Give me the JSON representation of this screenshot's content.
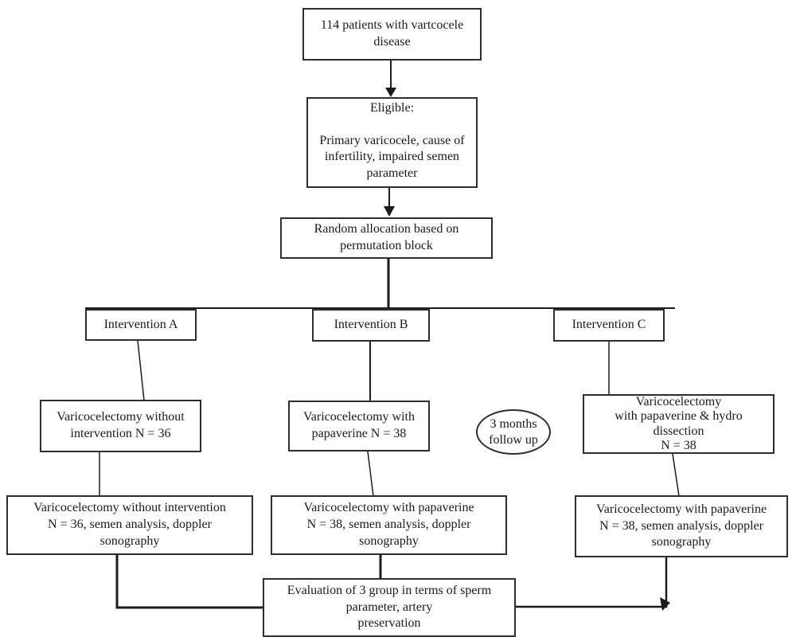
{
  "diagram": {
    "nodes": {
      "patients": "114 patients with vartcocele\ndisease",
      "eligible": "Eligible:\n\nPrimary varicocele, cause of\ninfertility, impaired semen\nparameter",
      "random_allocation": "Random allocation based on\npermutation block",
      "intervention_a": "Intervention A",
      "intervention_b": "Intervention B",
      "intervention_c": "Intervention C",
      "arm_a": "Varicocelectomy without\nintervention N = 36",
      "arm_b": "Varicocelectomy with\npapaverine N = 38",
      "arm_c": "Varicocelectomy\nwith papaverine & hydro\ndissection\nN = 38",
      "follow_up": "3 months\nfollow up",
      "result_a": "Varicocelectomy without intervention\nN = 36, semen analysis, doppler\nsonography",
      "result_b": "Varicocelectomy with papaverine\nN = 38, semen analysis, doppler\nsonography",
      "result_c": "Varicocelectomy with papaverine\nN = 38, semen analysis, doppler\nsonography",
      "evaluation": "Evaluation of 3 group in terms of sperm\nparameter, artery\npreservation"
    },
    "colors": {
      "line": "#1c1c1c",
      "box_border": "#2e2e2e",
      "text": "#1a1a1a",
      "background": "#ffffff"
    }
  }
}
